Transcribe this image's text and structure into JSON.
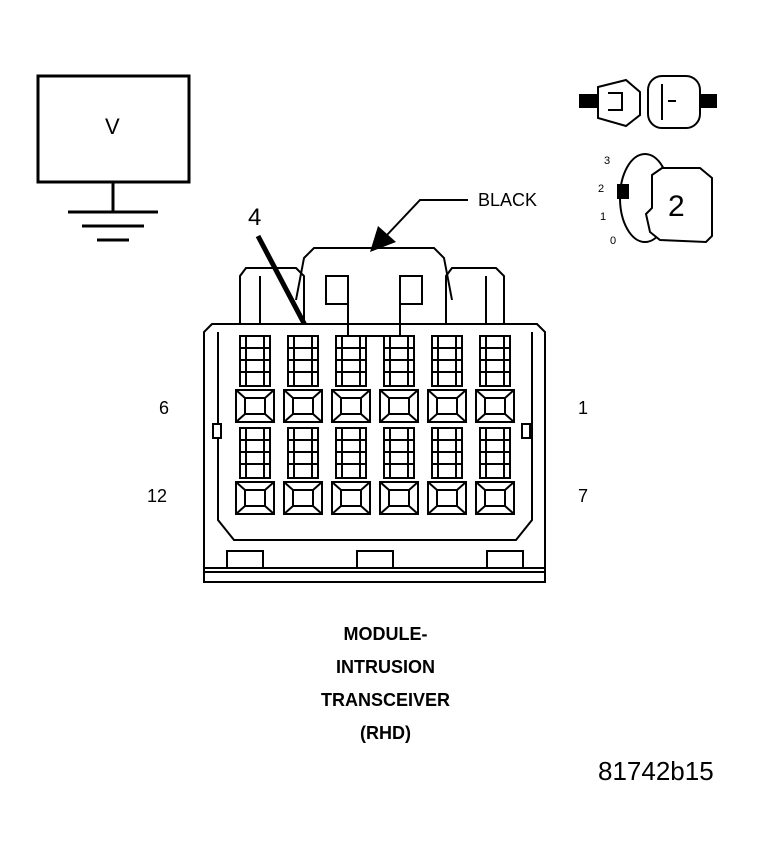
{
  "meter": {
    "symbol": "V"
  },
  "color_label": "BLACK",
  "callout_pin": "4",
  "pin_labels": {
    "top_left": "6",
    "top_right": "1",
    "bottom_left": "12",
    "bottom_right": "7"
  },
  "selector": {
    "positions": [
      "3",
      "2",
      "1",
      "0"
    ],
    "selected": "2"
  },
  "title_lines": [
    "MODULE-",
    "INTRUSION",
    "TRANSCEIVER",
    "(RHD)"
  ],
  "figure_id": "81742b15"
}
